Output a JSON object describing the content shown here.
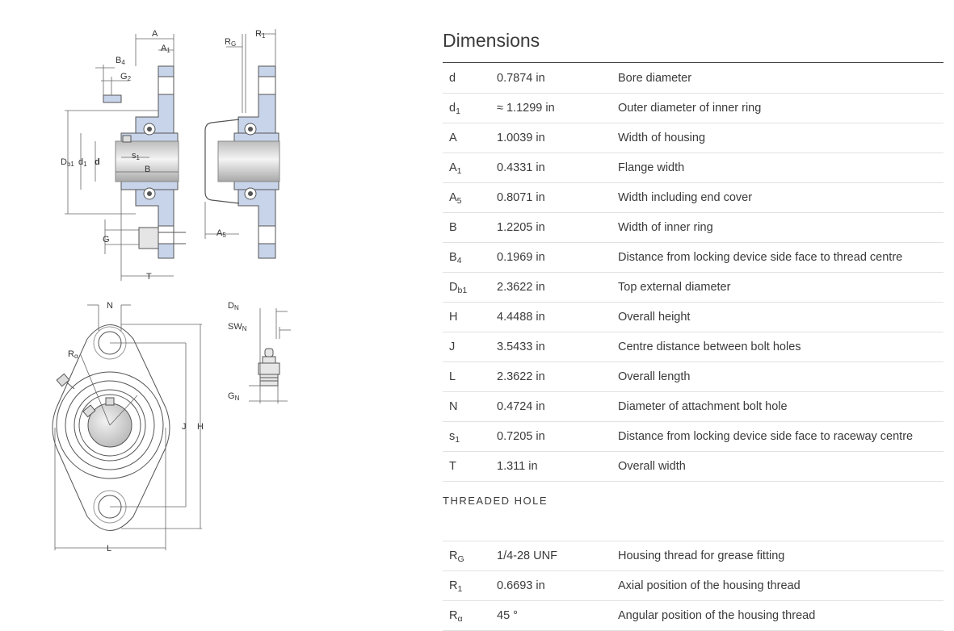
{
  "dimensions_title": "Dimensions",
  "dimensions": [
    {
      "sym": "d",
      "sub": "",
      "value": "0.7874 in",
      "desc": "Bore diameter"
    },
    {
      "sym": "d",
      "sub": "1",
      "value": "≈ 1.1299 in",
      "desc": "Outer diameter of inner ring"
    },
    {
      "sym": "A",
      "sub": "",
      "value": "1.0039 in",
      "desc": "Width of housing"
    },
    {
      "sym": "A",
      "sub": "1",
      "value": "0.4331 in",
      "desc": "Flange width"
    },
    {
      "sym": "A",
      "sub": "5",
      "value": "0.8071 in",
      "desc": "Width including end cover"
    },
    {
      "sym": "B",
      "sub": "",
      "value": "1.2205 in",
      "desc": "Width of inner ring"
    },
    {
      "sym": "B",
      "sub": "4",
      "value": "0.1969 in",
      "desc": "Distance from locking device side face to thread centre"
    },
    {
      "sym": "D",
      "sub": "b1",
      "value": "2.3622 in",
      "desc": "Top external diameter"
    },
    {
      "sym": "H",
      "sub": "",
      "value": "4.4488 in",
      "desc": "Overall height"
    },
    {
      "sym": "J",
      "sub": "",
      "value": "3.5433 in",
      "desc": "Centre distance between bolt holes"
    },
    {
      "sym": "L",
      "sub": "",
      "value": "2.3622 in",
      "desc": "Overall length"
    },
    {
      "sym": "N",
      "sub": "",
      "value": "0.4724 in",
      "desc": "Diameter of attachment bolt hole"
    },
    {
      "sym": "s",
      "sub": "1",
      "value": "0.7205 in",
      "desc": "Distance from locking device side face to raceway centre"
    },
    {
      "sym": "T",
      "sub": "",
      "value": "1.311 in",
      "desc": "Overall width"
    }
  ],
  "threaded_title": "THREADED HOLE",
  "threaded": [
    {
      "sym": "R",
      "sub": "G",
      "value": "1/4-28 UNF",
      "desc": "Housing thread for grease fitting"
    },
    {
      "sym": "R",
      "sub": "1",
      "value": "0.6693 in",
      "desc": "Axial position of the housing thread"
    },
    {
      "sym": "R",
      "sub": "α",
      "value": "45 °",
      "desc": "Angular position of the housing thread"
    }
  ],
  "drawing_labels": {
    "A": "A",
    "A1": "A",
    "A1_sub": "1",
    "B4": "B",
    "B4_sub": "4",
    "G2": "G",
    "G2_sub": "2",
    "Db1": "D",
    "Db1_sub": "b1",
    "d1": "d",
    "d1_sub": "1",
    "d": "d",
    "s1": "s",
    "s1_sub": "1",
    "B": "B",
    "G": "G",
    "T": "T",
    "RG": "R",
    "RG_sub": "G",
    "R1": "R",
    "R1_sub": "1",
    "A5": "A",
    "A5_sub": "5",
    "N": "N",
    "Ra": "R",
    "Ra_sub": "α",
    "J": "J",
    "H": "H",
    "L": "L",
    "DN": "D",
    "DN_sub": "N",
    "SWN": "SW",
    "SWN_sub": "N",
    "GN": "G",
    "GN_sub": "N"
  },
  "colors": {
    "housing": "#c8d4ea",
    "line": "#555555",
    "shaft": "#d8d8d8"
  }
}
